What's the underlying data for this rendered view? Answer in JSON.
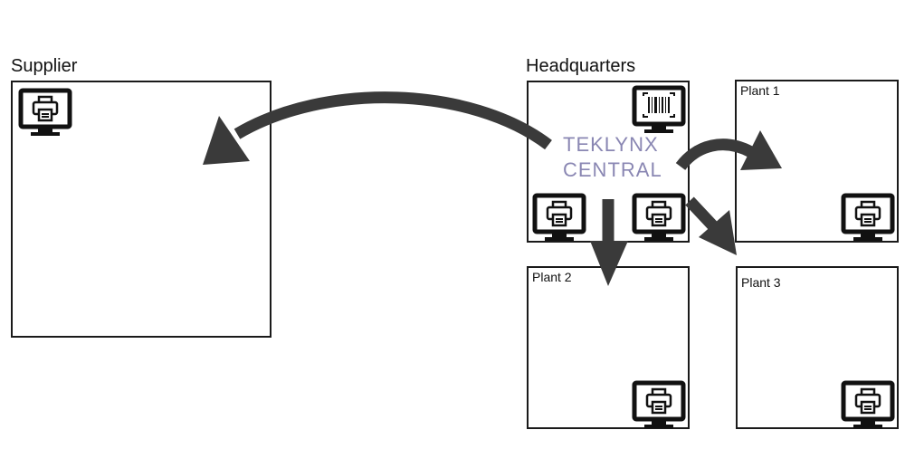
{
  "titles": {
    "supplier": "Supplier",
    "headquarters": "Headquarters"
  },
  "central": {
    "line1": "TEKLYNX",
    "line2": "CENTRAL"
  },
  "plants": {
    "plant1": "Plant 1",
    "plant2": "Plant 2",
    "plant3": "Plant 3"
  },
  "icons": {
    "printer": "printer-monitor-icon",
    "barcode": "barcode-monitor-icon"
  },
  "colors": {
    "box_border": "#1a1a1a",
    "arrow": "#3a3a3a",
    "central_text": "#8a87b3"
  }
}
